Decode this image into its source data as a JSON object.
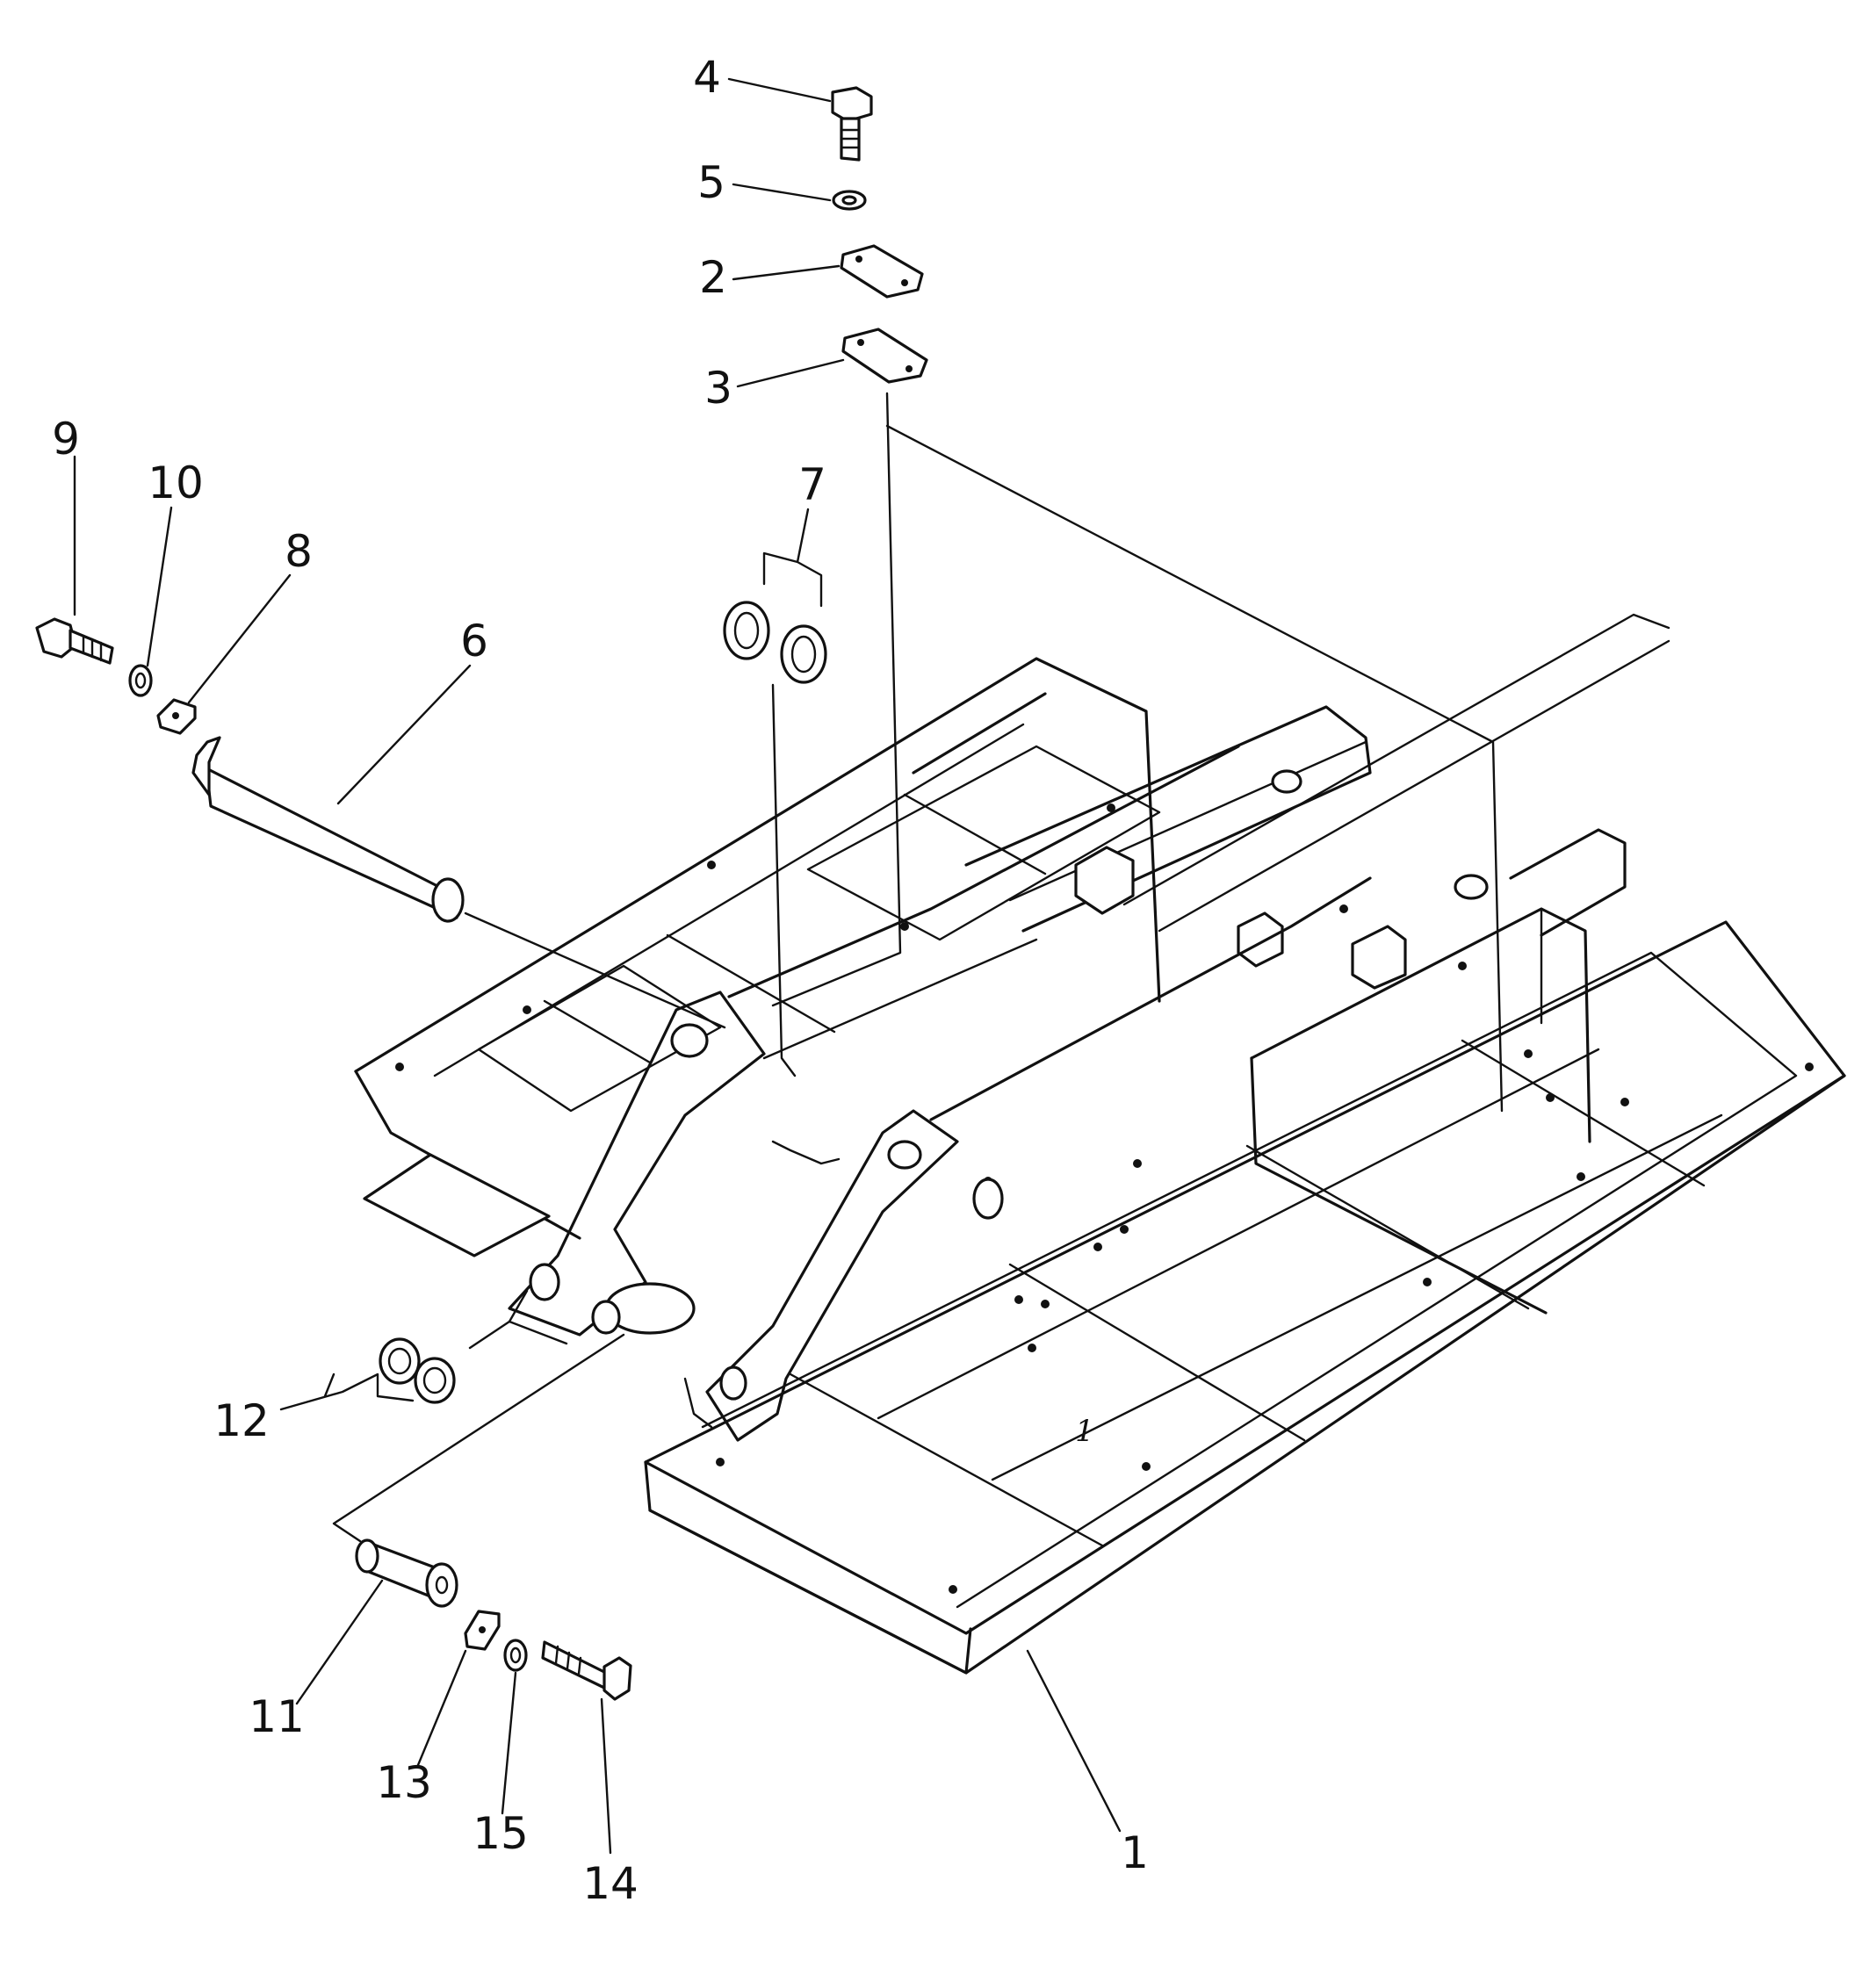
{
  "labels": {
    "p1": "1",
    "p2": "2",
    "p3": "3",
    "p4": "4",
    "p5": "5",
    "p6": "6",
    "p7": "7",
    "p8": "8",
    "p9": "9",
    "p10": "10",
    "p11": "11",
    "p12": "12",
    "p13": "13",
    "p14": "14",
    "p15": "15"
  },
  "frame_mark": "1"
}
